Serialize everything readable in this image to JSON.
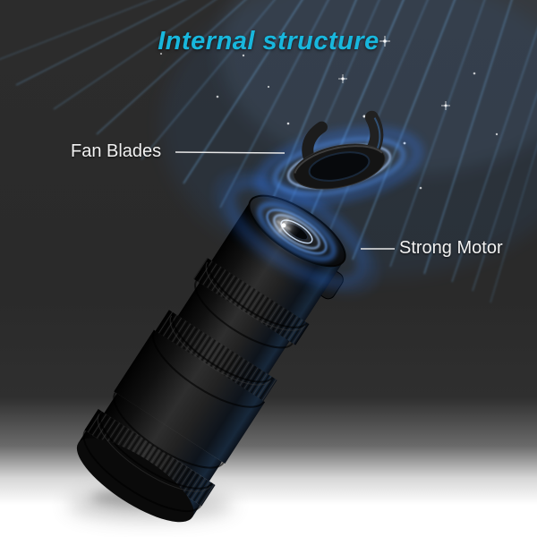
{
  "title": "Internal structure",
  "annotations": {
    "fan_blades": {
      "label": "Fan Blades"
    },
    "strong_motor": {
      "label": "Strong Motor"
    }
  },
  "icons": {
    "fan_blades_graphic": "exploded fan blade assembly with blue glow rings",
    "motor_graphic": "motor face with concentric blue glow rings",
    "light_rays": "blue light streaks from top right"
  },
  "colors": {
    "title_color": "#18b7dd",
    "label_color": "#f2f2f2",
    "glow_blue": "#2f82ff",
    "ray_blue": "#7cc4ff",
    "bg_top": "#2c2c2c",
    "bg_bottom": "#ffffff"
  }
}
